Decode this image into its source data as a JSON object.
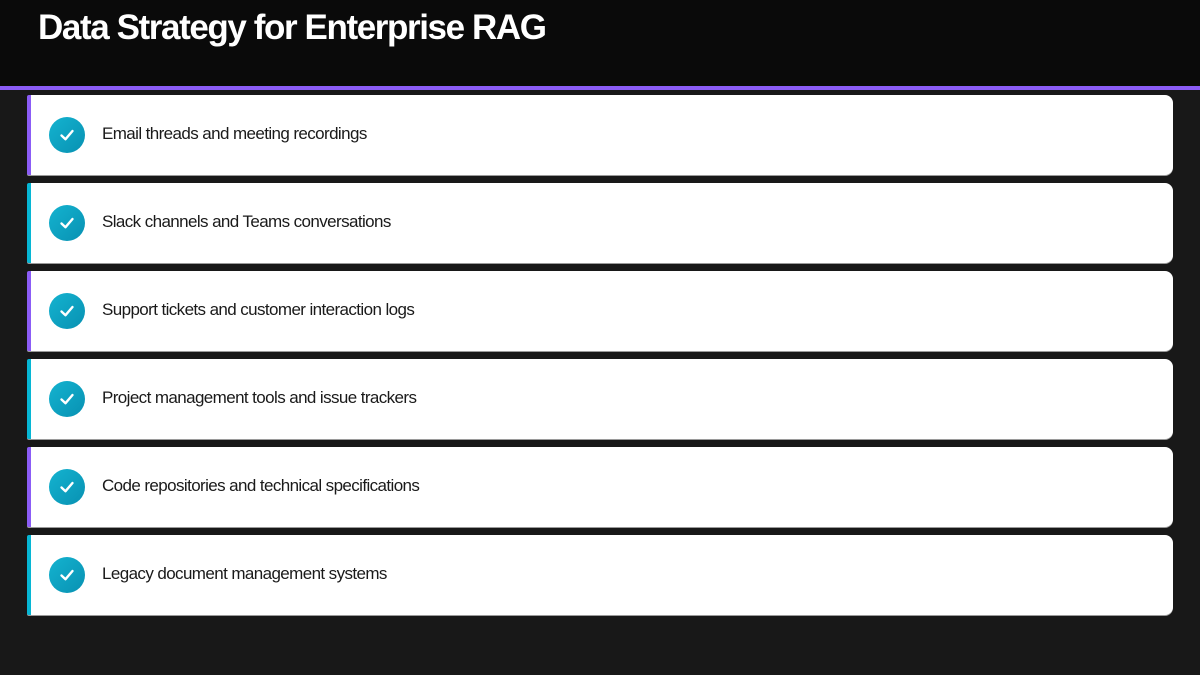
{
  "header": {
    "title": "Data Strategy for Enterprise RAG"
  },
  "theme": {
    "header_bg": "#0a0a0a",
    "body_bg": "#181818",
    "accent_purple": "#8b5cf6",
    "accent_teal": "#06b6d4",
    "check_color": "#0ea5c9"
  },
  "items": [
    {
      "label": "Email threads and meeting recordings",
      "accent": "purple",
      "icon": "check-circle-icon"
    },
    {
      "label": "Slack channels and Teams conversations",
      "accent": "teal",
      "icon": "check-circle-icon"
    },
    {
      "label": "Support tickets and customer interaction logs",
      "accent": "purple",
      "icon": "check-circle-icon"
    },
    {
      "label": "Project management tools and issue trackers",
      "accent": "teal",
      "icon": "check-circle-icon"
    },
    {
      "label": "Code repositories and technical specifications",
      "accent": "purple",
      "icon": "check-circle-icon"
    },
    {
      "label": "Legacy document management systems",
      "accent": "teal",
      "icon": "check-circle-icon"
    }
  ]
}
